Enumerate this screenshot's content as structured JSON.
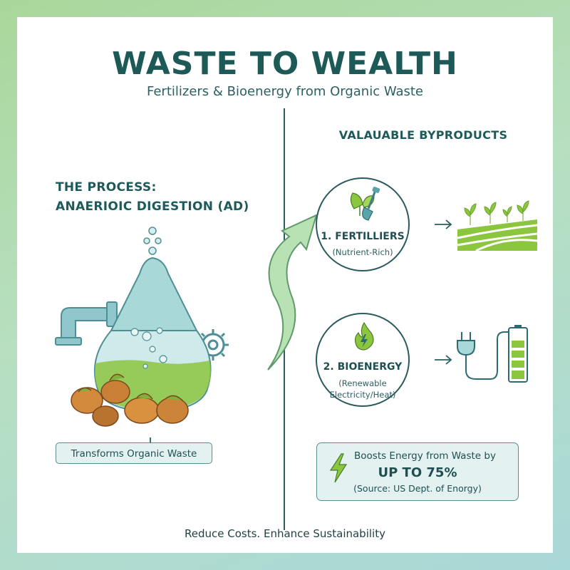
{
  "header": {
    "title": "WASTE TO WEALTH",
    "subtitle": "Fertilizers & Bioenergy from Organic Waste"
  },
  "process": {
    "title_line1": "THE PROCESS:",
    "title_line2": "ANAERIOIC DIGESTION (AD)",
    "result_label": "Transforms Organic Waste"
  },
  "byproducts": {
    "title": "VALAUABLE BYPRODUCTS",
    "items": [
      {
        "label": "1. FERTILLIERS",
        "sub": "(Nutrient-Rich)",
        "icon": "plant-shovel-icon",
        "target_icon": "crop-field-icon"
      },
      {
        "label": "2. BIOENERGY",
        "sub_line1": "(Renewable",
        "sub_line2": "Electricity/Heat)",
        "icon": "flame-bolt-icon",
        "target_icon": "plug-battery-icon"
      }
    ]
  },
  "stat": {
    "line1": "Boosts Energy from Waste by",
    "highlight": "UP TO 75%",
    "source": "(Source: US Dept. of Enorgy)"
  },
  "footer": {
    "tagline": "Reduce Costs. Enhance Sustainability"
  },
  "colors": {
    "primary": "#1d5a57",
    "accent_green": "#8cc63f",
    "teal_glass": "#a8d8d8",
    "box_fill": "#e3f1f1"
  }
}
